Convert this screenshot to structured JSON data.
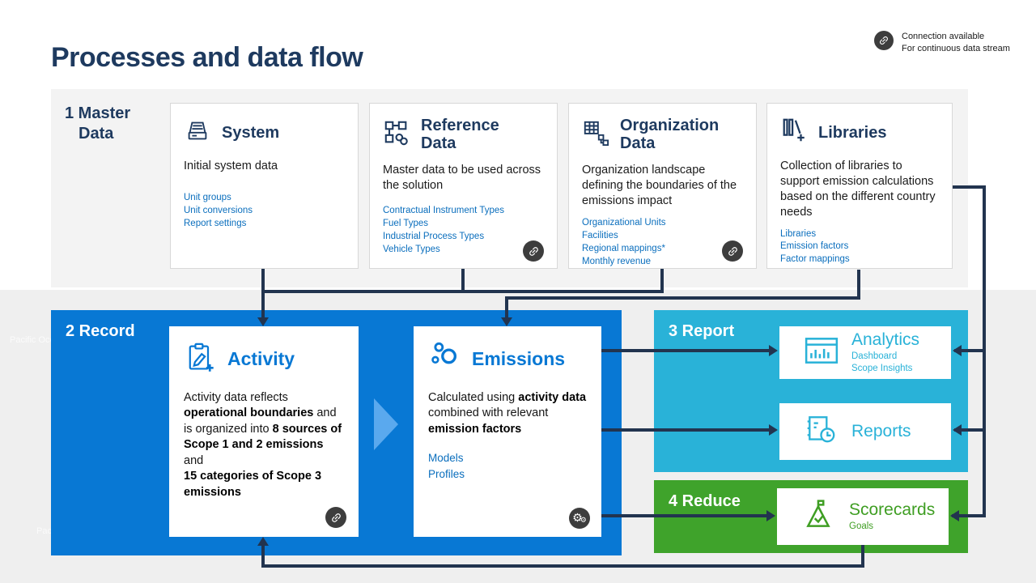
{
  "page": {
    "title": "Processes and data flow"
  },
  "legend": {
    "line1": "Connection available",
    "line2": "For continuous data stream"
  },
  "colors": {
    "navy": "#1e3a5f",
    "record_blue": "#0878d4",
    "report_cyan": "#29b2d8",
    "reduce_green": "#3fa32b",
    "link_blue": "#0a6ebd",
    "connector_navy": "#22344f",
    "badge_gray": "#3d3d3d"
  },
  "background": {
    "map_label_1": "Pacific Ocean",
    "map_label_2": "Pacific Ocean"
  },
  "sections": {
    "master": {
      "label": "1 Master Data",
      "cards": {
        "system": {
          "title": "System",
          "body": "Initial system data",
          "links": [
            "Unit groups",
            "Unit conversions",
            "Report settings"
          ]
        },
        "reference": {
          "title": "Reference Data",
          "body": "Master data to be used across the solution",
          "links": [
            "Contractual Instrument Types",
            "Fuel Types",
            "Industrial Process Types",
            "Vehicle Types"
          ]
        },
        "organization": {
          "title": "Organization Data",
          "body": "Organization landscape defining the boundaries of the emissions impact",
          "links": [
            "Organizational Units",
            "Facilities",
            "Regional mappings*",
            "Monthly revenue"
          ]
        },
        "libraries": {
          "title": "Libraries",
          "body": "Collection of libraries to support emission calculations based on the different country needs",
          "links": [
            "Libraries",
            "Emission factors",
            "Factor mappings"
          ]
        }
      }
    },
    "record": {
      "label": "2 Record",
      "cards": {
        "activity": {
          "title": "Activity",
          "body_segments": [
            {
              "t": "Activity data reflects ",
              "b": false
            },
            {
              "t": "operational boundaries",
              "b": true
            },
            {
              "t": " and is organized into ",
              "b": false
            },
            {
              "t": "8 sources of Scope 1 and 2 emissions",
              "b": true
            },
            {
              "t": " and\n",
              "b": false
            },
            {
              "t": "15 categories of Scope 3 emissions",
              "b": true
            }
          ]
        },
        "emissions": {
          "title": "Emissions",
          "body_segments": [
            {
              "t": "Calculated using ",
              "b": false
            },
            {
              "t": "activity data",
              "b": true
            },
            {
              "t": " combined with relevant ",
              "b": false
            },
            {
              "t": "emission factors",
              "b": true
            }
          ],
          "links": [
            "Models",
            "Profiles"
          ]
        }
      }
    },
    "report": {
      "label": "3 Report",
      "cards": {
        "analytics": {
          "title": "Analytics",
          "links": [
            "Dashboard",
            "Scope Insights"
          ]
        },
        "reports": {
          "title": "Reports"
        }
      }
    },
    "reduce": {
      "label": "4 Reduce",
      "cards": {
        "scorecards": {
          "title": "Scorecards",
          "links": [
            "Goals"
          ]
        }
      }
    }
  }
}
